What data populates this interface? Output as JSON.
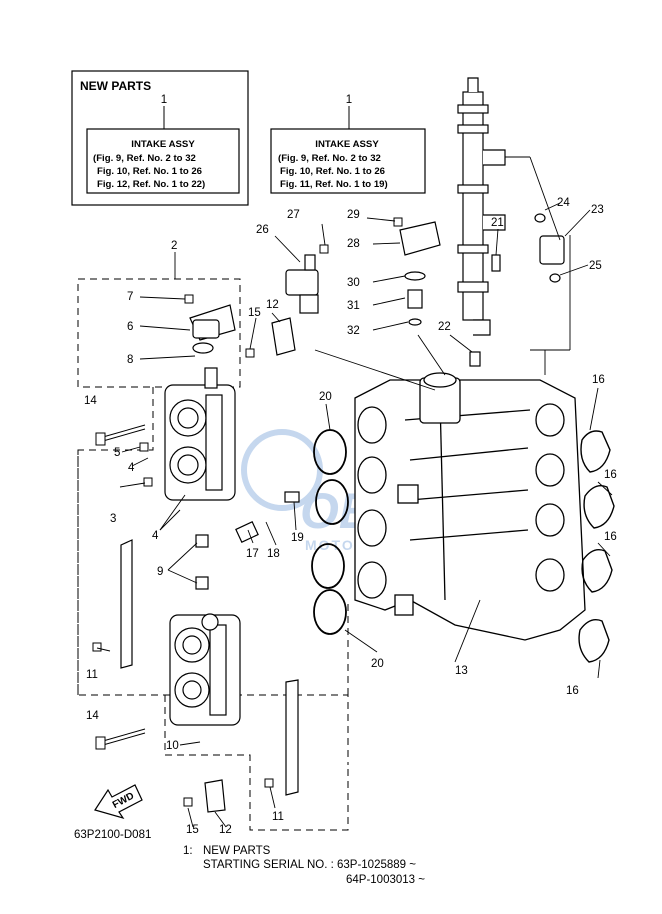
{
  "new_parts_box": {
    "title": "NEW PARTS",
    "left": {
      "ref": "1",
      "label": "INTAKE ASSY",
      "lines": [
        "(Fig. 9, Ref. No. 2 to 32",
        "Fig. 10, Ref. No. 1 to 26",
        "Fig. 12, Ref. No. 1 to 22)"
      ]
    },
    "right": {
      "ref": "1",
      "label": "INTAKE ASSY",
      "lines": [
        "(Fig. 9, Ref. No. 2 to 32",
        "Fig. 10, Ref. No. 1 to 26",
        "Fig. 11, Ref. No. 1 to 19)"
      ]
    }
  },
  "callouts": [
    "2",
    "3",
    "4",
    "4",
    "5",
    "6",
    "7",
    "8",
    "9",
    "10",
    "11",
    "11",
    "12",
    "12",
    "13",
    "14",
    "14",
    "15",
    "15",
    "16",
    "16",
    "16",
    "16",
    "17",
    "18",
    "19",
    "20",
    "20",
    "21",
    "22",
    "23",
    "24",
    "25",
    "26",
    "27",
    "28",
    "29",
    "30",
    "31",
    "32"
  ],
  "fwd_label": "FWD",
  "diagram_code": "63P2100-D081",
  "footnote": {
    "ref": "1:",
    "title": "NEW PARTS",
    "serial_line": "STARTING SERIAL NO. : 63P-1025889 ~",
    "serial_line2": "64P-1003013 ~"
  },
  "watermark": {
    "main": "OEM",
    "sub": "MOTORPARTS"
  },
  "colors": {
    "ink": "#000000",
    "watermark": "#5b8fd0"
  }
}
